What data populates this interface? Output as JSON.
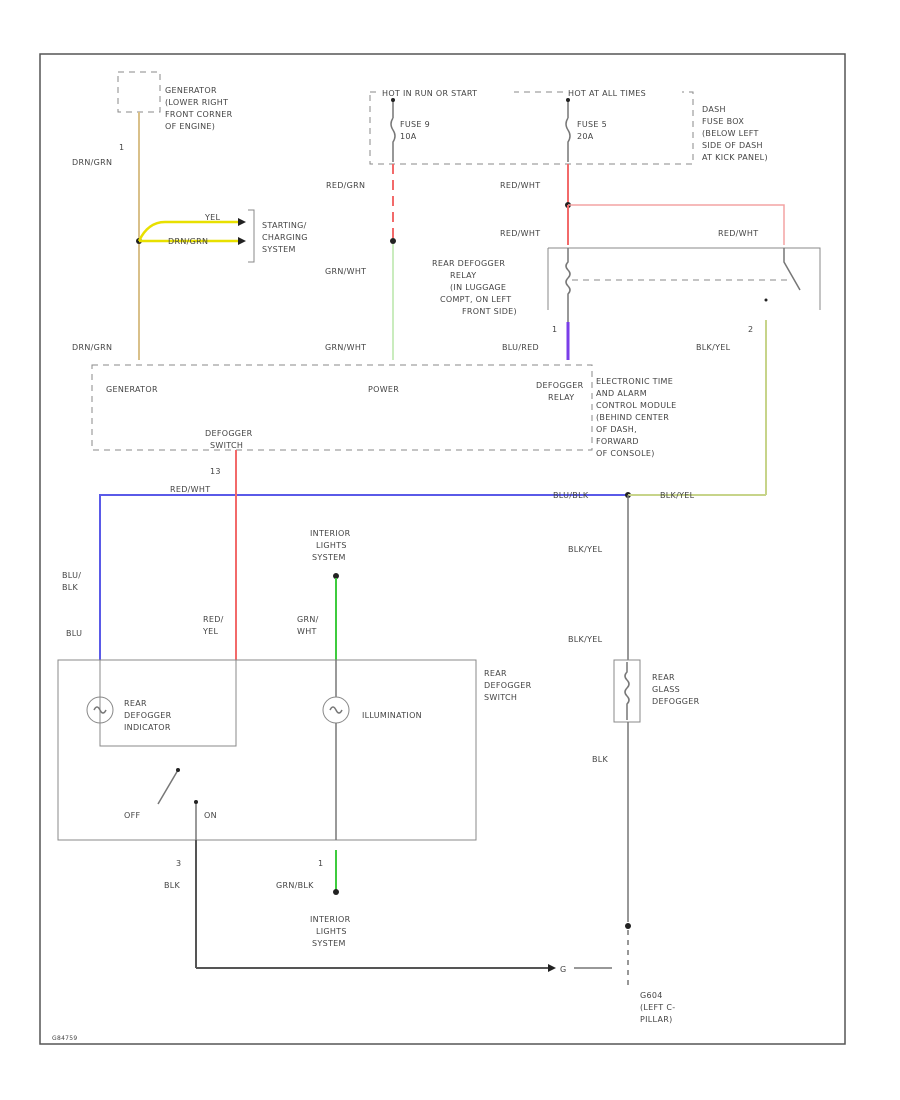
{
  "generator": {
    "location": [
      "GENERATOR",
      "(LOWER RIGHT",
      "FRONT CORNER",
      "OF ENGINE)"
    ],
    "pin": "1",
    "wire_top": "DRN/GRN",
    "wire_bottom": "DRN/GRN"
  },
  "starting_system": {
    "wire_yel": "YEL",
    "wire_drn": "DRN/GRN",
    "label": [
      "STARTING/",
      "CHARGING",
      "SYSTEM"
    ]
  },
  "fuse_panel": {
    "hot_run_start": "HOT IN RUN OR START",
    "hot_all": "HOT AT ALL TIMES",
    "fuse_a": [
      "FUSE 9",
      "10A"
    ],
    "fuse_b": [
      "FUSE 5",
      "20A"
    ],
    "label": [
      "DASH",
      "FUSE BOX",
      "(BELOW LEFT",
      "SIDE OF DASH",
      "AT KICK PANEL)"
    ]
  },
  "power_wires": {
    "red_grn": "RED/GRN",
    "grn_wht_top": "GRN/WHT",
    "grn_wht_bottom": "GRN/WHT",
    "red_wht_1": "RED/WHT",
    "red_wht_2": "RED/WHT",
    "red_wht_3": "RED/WHT"
  },
  "relay": {
    "label": [
      "REAR DEFOGGER",
      "RELAY",
      "(IN LUGGAGE",
      "COMPT, ON LEFT",
      "FRONT SIDE)"
    ],
    "pin1": "1",
    "pin2": "2",
    "blu_red": "BLU/RED",
    "blk_yel": "BLK/YEL"
  },
  "module": {
    "generator": "GENERATOR",
    "power": "POWER",
    "defogger_relay": [
      "DEFOGGER",
      "RELAY"
    ],
    "defogger_switch": [
      "DEFOGGER",
      "SWITCH"
    ],
    "pin": "13",
    "label": [
      "ELECTRONIC TIME",
      "AND ALARM",
      "CONTROL MODULE",
      "(BEHIND CENTER",
      "OF DASH,",
      "FORWARD",
      "OF CONSOLE)"
    ]
  },
  "bus": {
    "red_wht": "RED/WHT",
    "blu_blk": "BLU/BLK",
    "blk_yel": "BLK/YEL"
  },
  "switch": {
    "label": [
      "REAR",
      "DEFOGGER",
      "SWITCH"
    ],
    "blu_blk": [
      "BLU/",
      "BLK"
    ],
    "blu": "BLU",
    "red_yel": [
      "RED/",
      "YEL"
    ],
    "grn_wht": [
      "GRN/",
      "WHT"
    ],
    "indicator": [
      "REAR",
      "DEFOGGER",
      "INDICATOR"
    ],
    "illumination": "ILLUMINATION",
    "off": "OFF",
    "on": "ON"
  },
  "interior": {
    "top": [
      "INTERIOR",
      "LIGHTS",
      "SYSTEM"
    ],
    "bottom": [
      "INTERIOR",
      "LIGHTS",
      "SYSTEM"
    ],
    "gry_blk": "GRN/BLK",
    "pin": "1"
  },
  "rear_glass": {
    "blk_yel_1": "BLK/YEL",
    "blk_yel_2": "BLK/YEL",
    "label": [
      "REAR",
      "GLASS",
      "DEFOGGER"
    ],
    "blk": "BLK"
  },
  "ground": {
    "blk": "BLK",
    "pin": "3",
    "g": "G",
    "label": [
      "G604",
      "(LEFT C-",
      "PILLAR)"
    ]
  },
  "diagram_code": "G84759"
}
